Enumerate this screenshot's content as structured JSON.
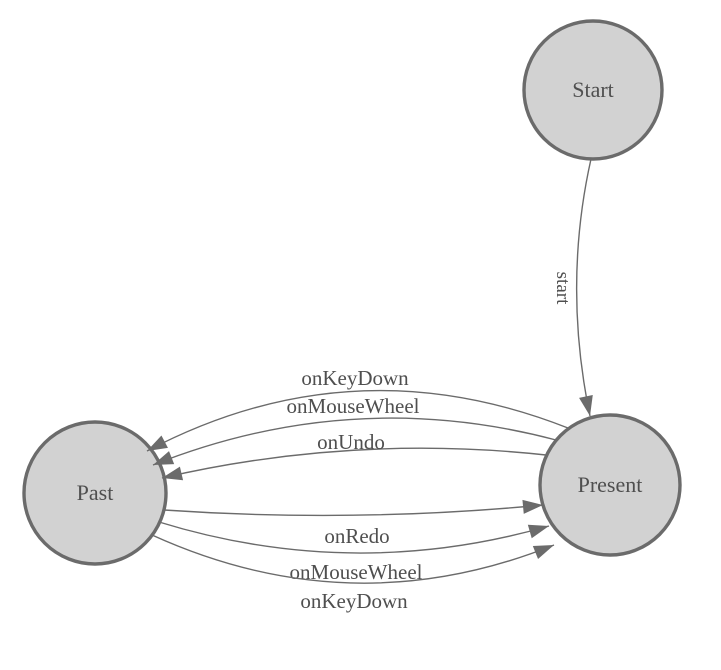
{
  "colors": {
    "background": "#ffffff",
    "node_fill": "#d2d2d2",
    "node_stroke": "#6b6b6b",
    "edge_stroke": "#6b6b6b",
    "arrow_fill": "#6b6b6b",
    "label_color": "#4f4f4f"
  },
  "diagram": {
    "type": "state-machine",
    "nodes": {
      "start": {
        "label": "Start"
      },
      "past": {
        "label": "Past"
      },
      "present": {
        "label": "Present"
      }
    },
    "edges": {
      "start_to_present": {
        "label": "start"
      },
      "present_to_past": [
        {
          "label": "onKeyDown"
        },
        {
          "label": "onMouseWheel"
        },
        {
          "label": "onUndo"
        }
      ],
      "past_to_present": [
        {
          "label": "onRedo"
        },
        {
          "label": "onMouseWheel"
        },
        {
          "label": "onKeyDown"
        }
      ]
    }
  }
}
